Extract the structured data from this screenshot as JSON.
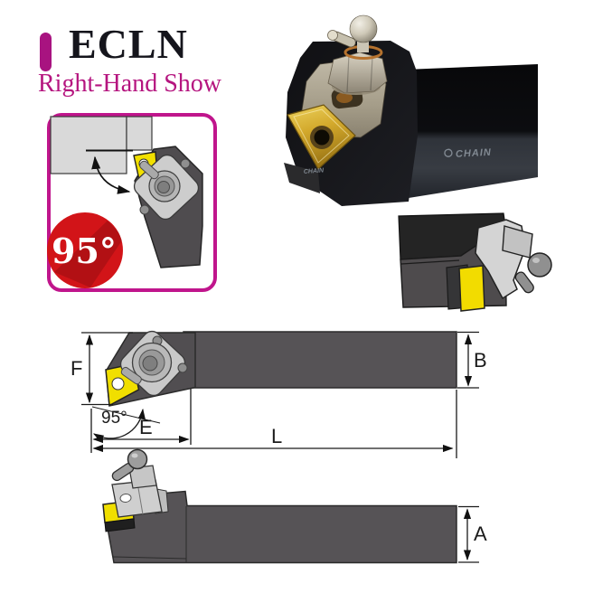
{
  "page": {
    "background": "#ffffff"
  },
  "header": {
    "title": "ECLN",
    "subtitle": "Right-Hand Show",
    "accent_color": "#A81380",
    "subtitle_color": "#B5157F"
  },
  "inset": {
    "angle_badge": "95°",
    "badge_color": "#D21418",
    "border_color": "#C0158C",
    "workpiece_color": "#D9D9D9"
  },
  "photo": {
    "brand": "CHAIN"
  },
  "diagram": {
    "angle_label": "95°",
    "dims": {
      "f": "F",
      "e": "E",
      "l": "L",
      "b": "B",
      "a": "A"
    },
    "colors": {
      "body": "#565356",
      "insert": "#F0DF00",
      "line": "#1A1A1A"
    }
  }
}
